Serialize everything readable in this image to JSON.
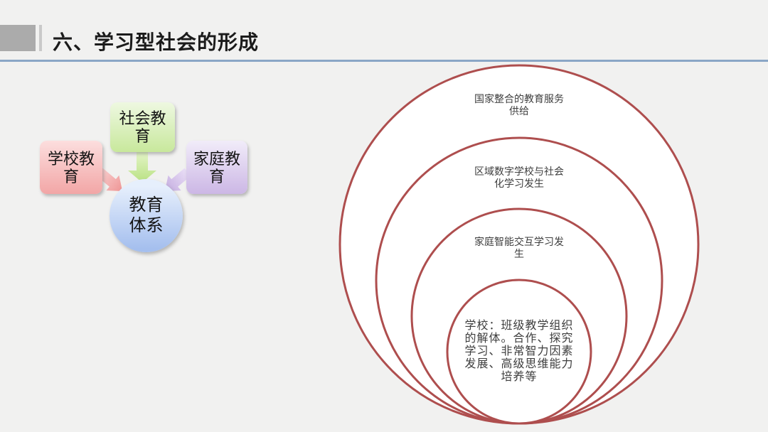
{
  "slide": {
    "title": "六、学习型社会的形成"
  },
  "diagram": {
    "name": "education-system-convergence",
    "nodes": [
      {
        "id": "school",
        "lines": [
          "学校教",
          "育"
        ],
        "color": "#f2a6a6"
      },
      {
        "id": "society",
        "lines": [
          "社会教",
          "育"
        ],
        "color": "#c8e89c"
      },
      {
        "id": "family",
        "lines": [
          "家庭教",
          "育"
        ],
        "color": "#ccb7e5"
      },
      {
        "id": "system",
        "lines": [
          "教育",
          "体系"
        ],
        "color": "#a5bfee"
      }
    ]
  },
  "nested_circles": {
    "name": "learning-society-layers",
    "stroke_color": "#ae4e4e",
    "fill_color": "#ffffff",
    "rings": [
      {
        "lines": [
          "国家整合的教育服务",
          "供给"
        ]
      },
      {
        "lines": [
          "区域数字学校与社会",
          "化学习发生"
        ]
      },
      {
        "lines": [
          "家庭智能交互学习发",
          "生"
        ]
      },
      {
        "lines": [
          "学校：班级教学组织",
          "的解体。合作、探究",
          "学习、非常智力因素",
          "发展、高级思维能力",
          "培养等"
        ]
      }
    ]
  },
  "colors": {
    "background": "#f1f1f0",
    "title_text": "#1b1b1b",
    "header_square": "#ababab",
    "header_tick": "#c9c9c9",
    "header_rule": "#8aa6c6",
    "ring_text": "#3e3e3e"
  }
}
